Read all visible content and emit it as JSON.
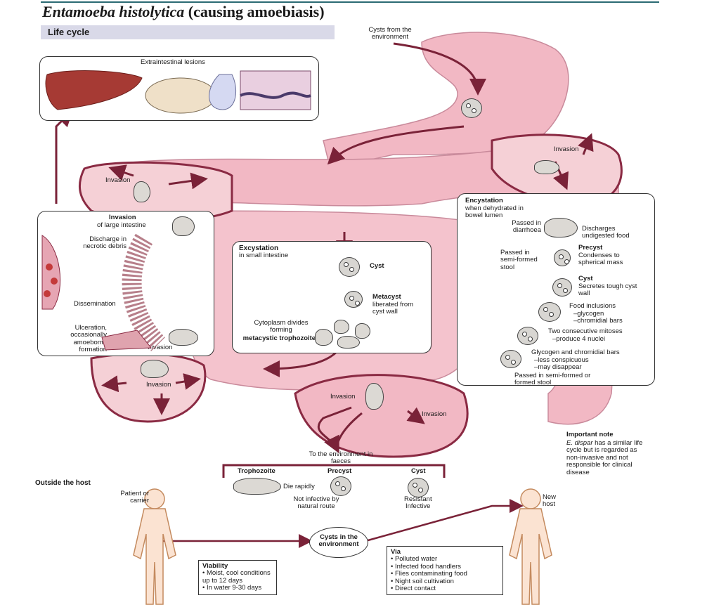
{
  "title_italic": "Entamoeba histolytica",
  "title_rest": " (causing amoebiasis)",
  "section_label": "Life cycle",
  "cysts_from_env": "Cysts from the environment",
  "extraintestinal": "Extraintestinal lesions",
  "invasion": "Invasion",
  "invasion_large_title": "Invasion",
  "invasion_large_sub": "of large intestine",
  "discharge": "Discharge in necrotic debris",
  "dissemination": "Dissemination",
  "ulceration": "Ulceration, occasionally amoeboma formation",
  "excystation_title": "Excystation",
  "excystation_sub": "in small intestine",
  "cyst": "Cyst",
  "metacyst": "Metacyst",
  "metacyst_sub": "liberated from cyst wall",
  "cytoplasm_divides": "Cytoplasm divides forming",
  "metacystic": "metacystic trophozoites",
  "encystation_title": "Encystation",
  "encystation_sub": "when dehydrated in bowel lumen",
  "passed_diarrhoea": "Passed in diarrhoea",
  "discharges_food": "Discharges undigested food",
  "passed_semiformed": "Passed in semi-formed stool",
  "precyst": "Precyst",
  "precyst_sub": "Condenses to spherical mass",
  "cyst_secretes": "Secretes tough cyst wall",
  "food_inclusions": "Food inclusions",
  "glycogen": "–glycogen",
  "chromidial": "–chromidial bars",
  "two_mitoses": "Two consecutive mitoses",
  "produce4": "–produce 4 nuclei",
  "glyco_less": "Glycogen and chromidial bars",
  "less_conspicuous": "–less conspicuous",
  "may_disappear": "–may disappear",
  "passed_formed": "Passed in semi-formed or formed stool",
  "important_note_title": "Important note",
  "important_note_italic": "E. dispar",
  "important_note_body": " has a similar life cycle but is regarded as non-invasive and not responsible for clinical disease",
  "to_environment": "To the environment in faeces",
  "trophozoite": "Trophozoite",
  "precyst2": "Precyst",
  "cyst2": "Cyst",
  "die_rapidly": "Die rapidly",
  "not_infective": "Not infective by natural route",
  "resistant": "Resistant",
  "infective": "Infective",
  "outside_host": "Outside the host",
  "patient": "Patient or carrier",
  "new_host": "New host",
  "cysts_env_line1": "Cysts in the",
  "cysts_env_line2": "environment",
  "viability_title": "Viability",
  "viability_items": [
    "Moist, cool conditions up to 12 days",
    "In water 9-30 days"
  ],
  "via_title": "Via",
  "via_items": [
    "Polluted water",
    "Infected food handlers",
    "Flies contaminating food",
    "Night soil cultivation",
    "Direct contact"
  ],
  "colors": {
    "gut_pink": "#f2b8c4",
    "gut_dark": "#8a2a43",
    "arrow": "#7a2238",
    "section_bg": "#d9d9e8"
  }
}
